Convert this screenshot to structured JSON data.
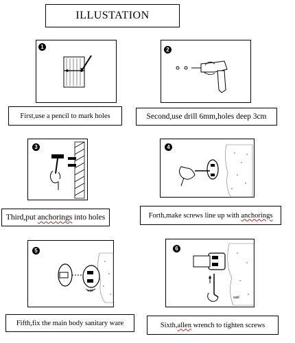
{
  "title": "ILLUSTATION",
  "steps": [
    {
      "number": "1",
      "caption": "First,use a pencil to mark holes"
    },
    {
      "number": "2",
      "caption": "Second,use drill 6mm,holes deep 3cm"
    },
    {
      "number": "3",
      "caption_prefix": "Third,put ",
      "caption_underlined": "anchorings",
      "caption_suffix": " into holes"
    },
    {
      "number": "4",
      "caption_prefix": "Forth,make screws line up with ",
      "caption_underlined": "anchorings"
    },
    {
      "number": "5",
      "caption": "Fifth,fix the main body sanitary ware",
      "wall_label": "wall"
    },
    {
      "number": "6",
      "caption_prefix": "Sixth,",
      "caption_underlined": "allen",
      "caption_suffix": " wrench to tighten screws",
      "wall_label": "wall"
    }
  ]
}
